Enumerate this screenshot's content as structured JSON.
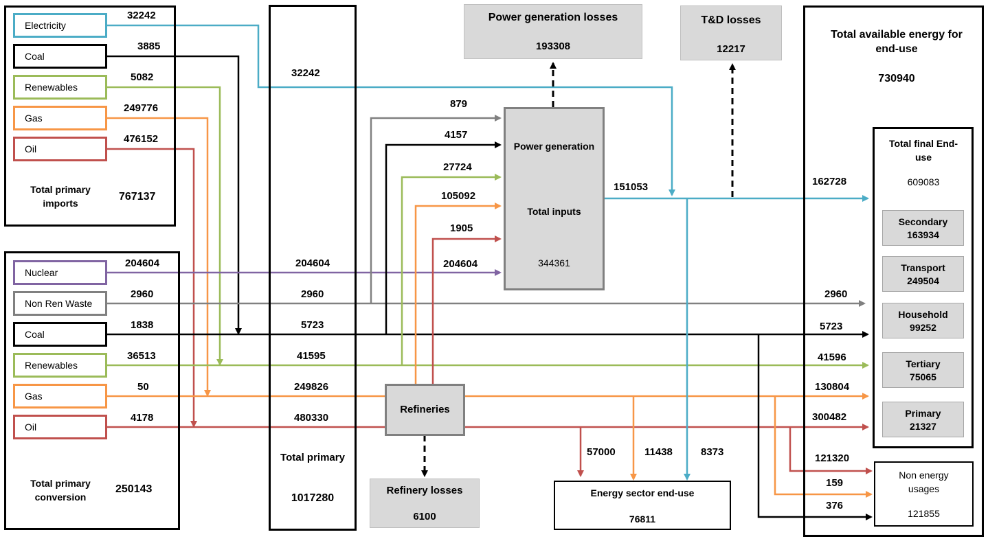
{
  "imports": {
    "sources": [
      {
        "name": "Electricity",
        "value": "32242",
        "color": "#4bacc6"
      },
      {
        "name": "Coal",
        "value": "3885",
        "color": "#000000"
      },
      {
        "name": "Renewables",
        "value": "5082",
        "color": "#9bbb59"
      },
      {
        "name": "Gas",
        "value": "249776",
        "color": "#f79646"
      },
      {
        "name": "Oil",
        "value": "476152",
        "color": "#c0504d"
      }
    ],
    "total_label": "Total primary imports",
    "total_value": "767137"
  },
  "conversion": {
    "sources": [
      {
        "name": "Nuclear",
        "value": "204604",
        "color": "#8064a2"
      },
      {
        "name": "Non Ren Waste",
        "value": "2960",
        "color": "#808080"
      },
      {
        "name": "Coal",
        "value": "1838",
        "color": "#000000"
      },
      {
        "name": "Renewables",
        "value": "36513",
        "color": "#9bbb59"
      },
      {
        "name": "Gas",
        "value": "50",
        "color": "#f79646"
      },
      {
        "name": "Oil",
        "value": "4178",
        "color": "#c0504d"
      }
    ],
    "total_label": "Total primary conversion",
    "total_value": "250143"
  },
  "total_primary": {
    "label": "Total primary",
    "value": "1017280",
    "electricity": "32242",
    "flows": [
      "204604",
      "2960",
      "5723",
      "41595",
      "249826",
      "480330"
    ]
  },
  "power_generation": {
    "title": "Power generation",
    "inputs_label": "Total inputs",
    "inputs_value": "344361",
    "input_flows": [
      "879",
      "4157",
      "27724",
      "105092",
      "1905",
      "204604"
    ],
    "output": "151053",
    "losses_label": "Power generation losses",
    "losses_value": "193308"
  },
  "td_losses": {
    "label": "T&D losses",
    "value": "12217"
  },
  "refineries": {
    "label": "Refineries",
    "losses_label": "Refinery losses",
    "losses_value": "6100"
  },
  "energy_sector": {
    "label": "Energy sector end-use",
    "value": "76811",
    "flows": [
      "57000",
      "11438",
      "8373"
    ]
  },
  "end_use": {
    "available_label": "Total available energy for end-use",
    "available_value": "730940",
    "final_label": "Total final End-use",
    "final_value": "609083",
    "flows": [
      "162728",
      "2960",
      "5723",
      "41596",
      "130804",
      "300482"
    ],
    "sectors": [
      {
        "name": "Secondary",
        "value": "163934"
      },
      {
        "name": "Transport",
        "value": "249504"
      },
      {
        "name": "Household",
        "value": "99252"
      },
      {
        "name": "Tertiary",
        "value": "75065"
      },
      {
        "name": "Primary",
        "value": "21327"
      }
    ],
    "non_energy_label": "Non energy usages",
    "non_energy_value": "121855",
    "non_energy_flows": [
      "121320",
      "159",
      "376"
    ]
  }
}
